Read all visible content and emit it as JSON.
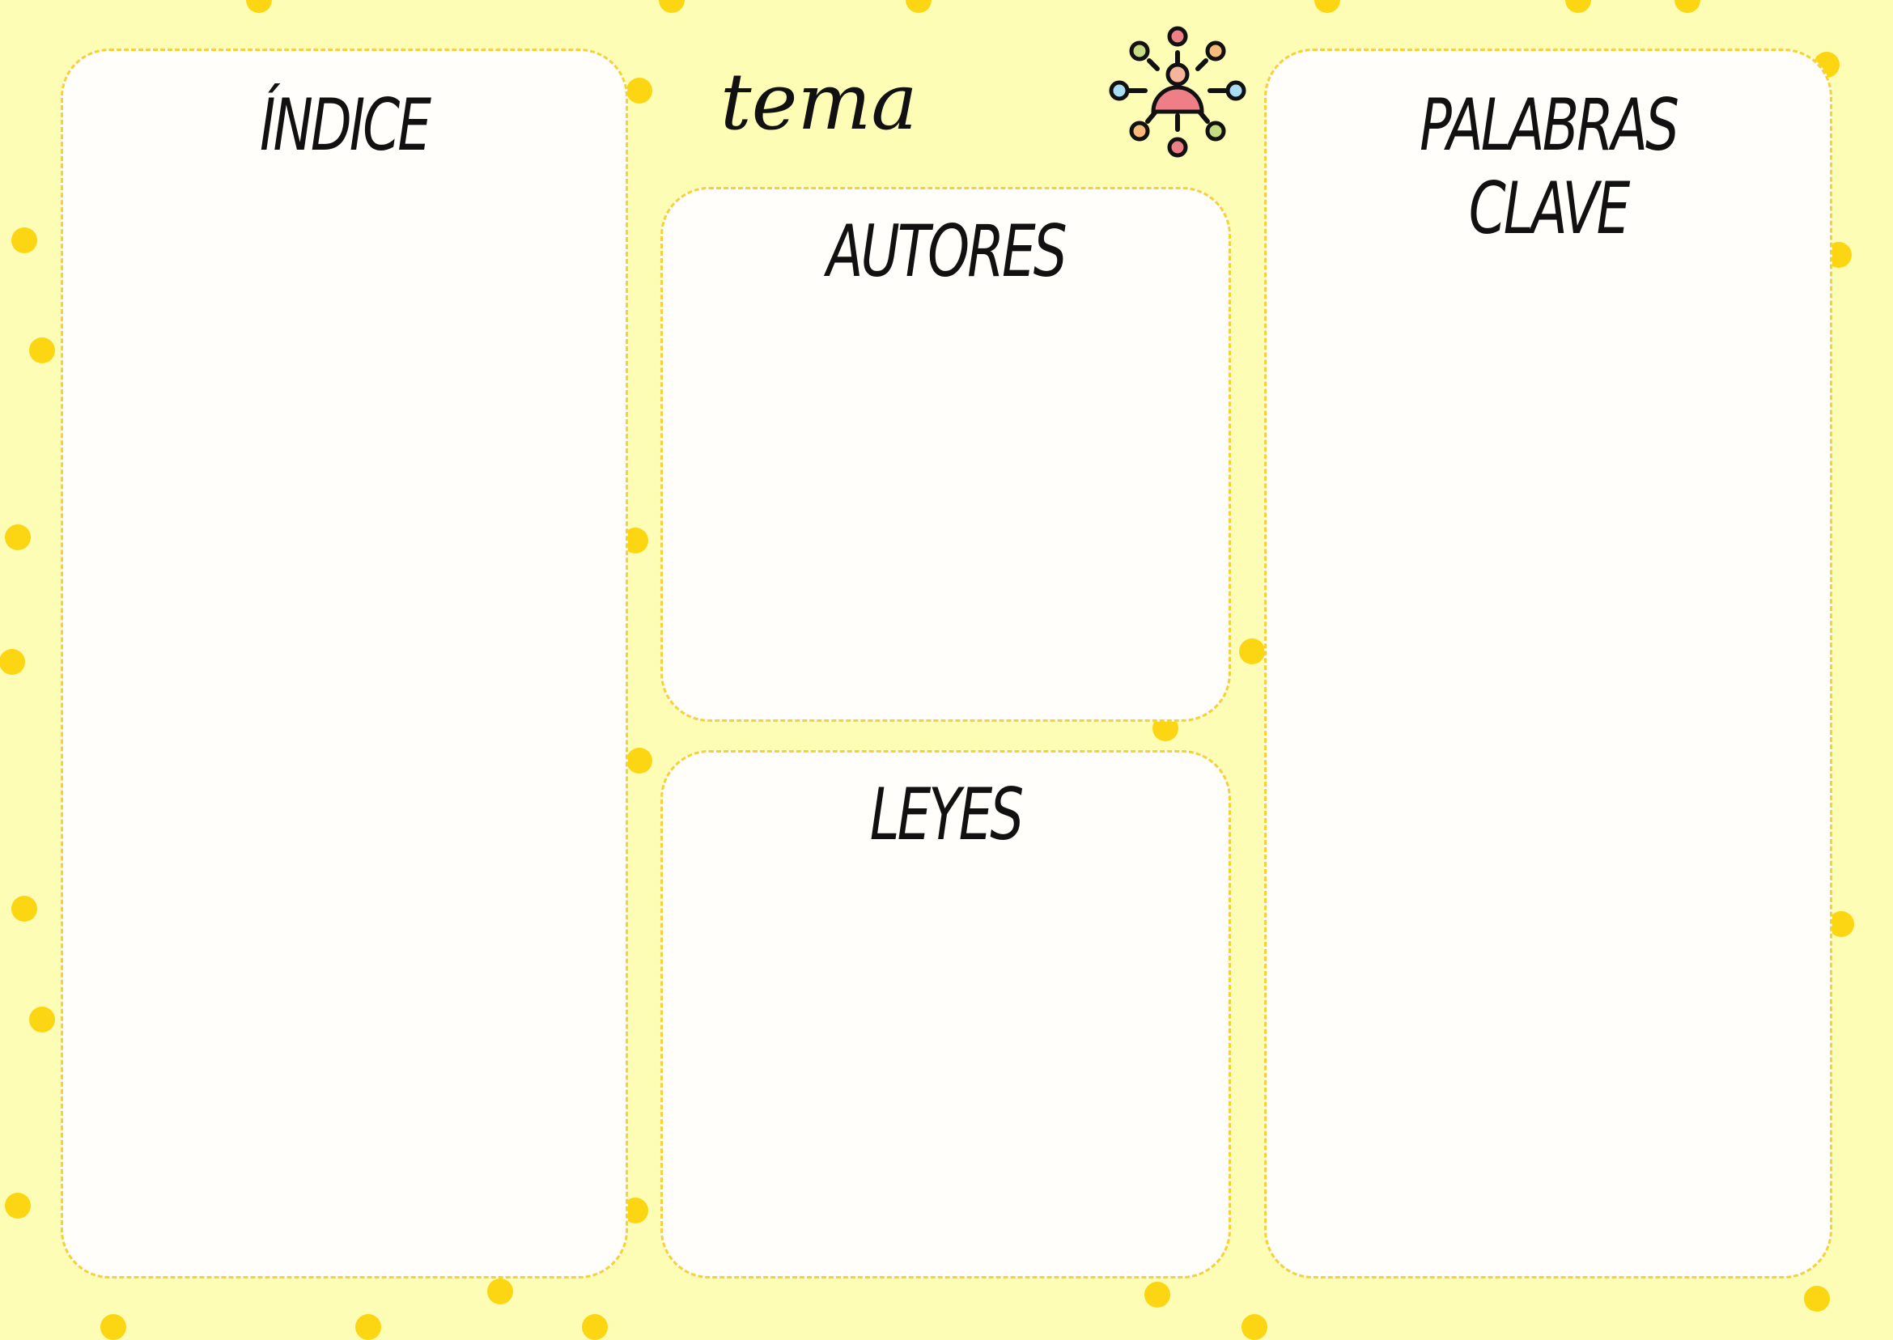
{
  "header": {
    "topic": "tema",
    "icon": "network-person-icon"
  },
  "panels": {
    "index": "ÍNDICE",
    "authors": "AUTORES",
    "laws": "LEYES",
    "keywords": "PALABRAS CLAVE"
  },
  "colors": {
    "background": "#fdfdb6",
    "dots": "#fcd613",
    "border": "#f6d138",
    "panel": "#fffefa"
  }
}
